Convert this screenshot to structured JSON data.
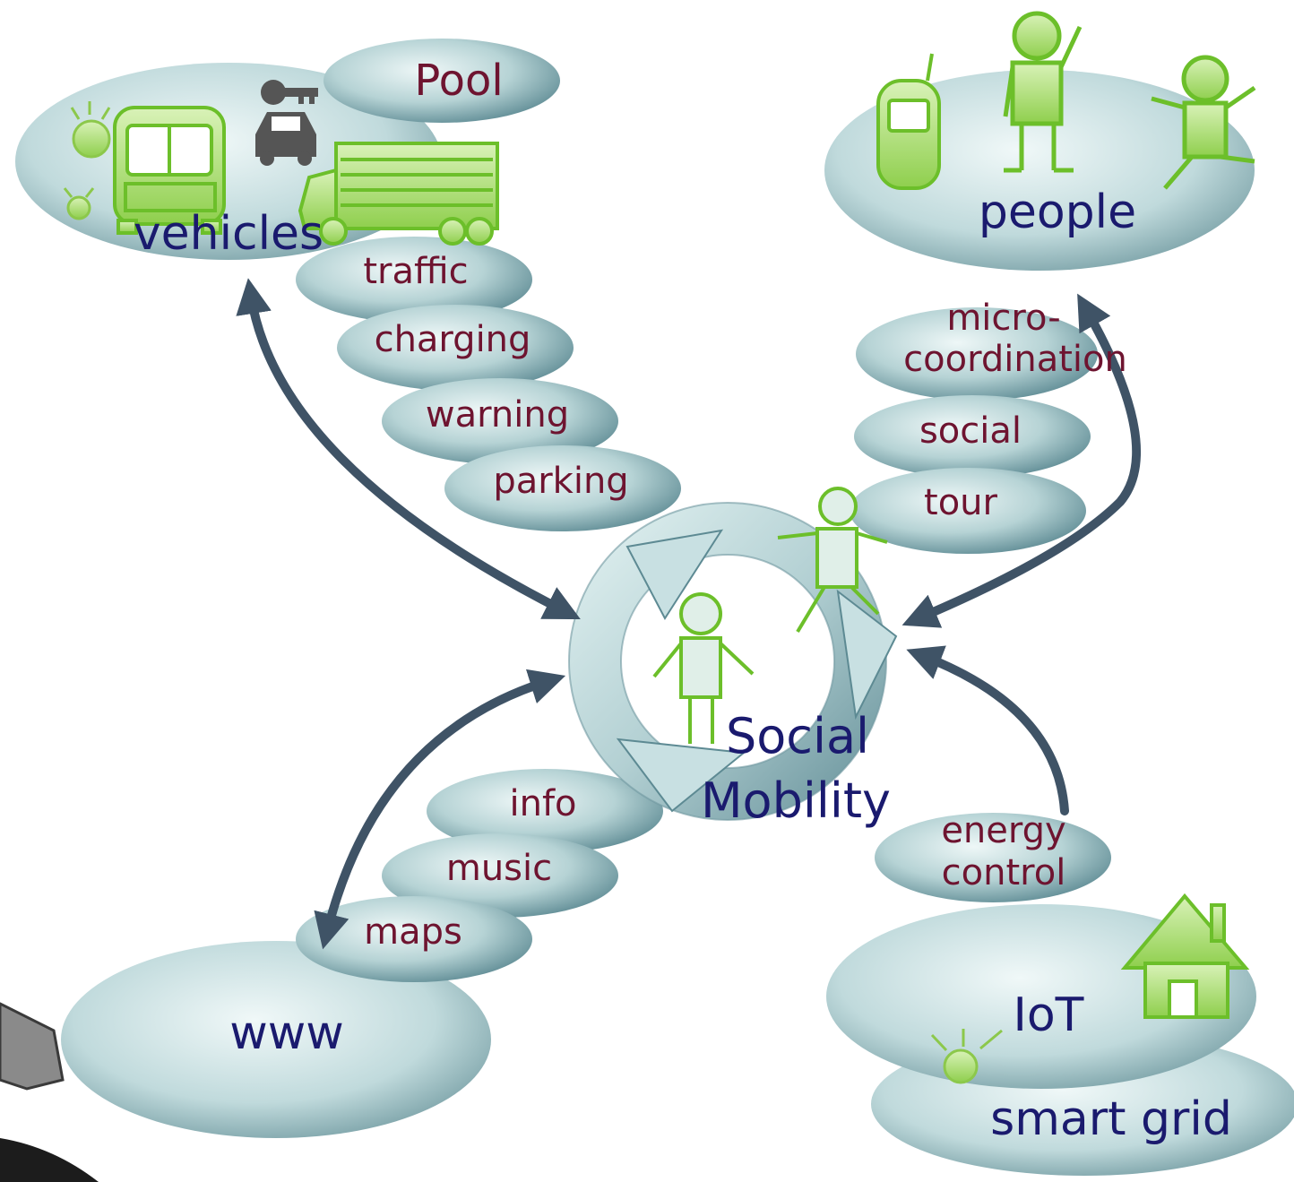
{
  "hubs": {
    "vehicles": "vehicles",
    "people": "people",
    "www": "www",
    "iot": "IoT",
    "smart_grid": "smart grid"
  },
  "center": {
    "line1": "Social",
    "line2": "Mobility"
  },
  "vehicle_services": {
    "pool": "Pool",
    "traffic": "traffic",
    "charging": "charging",
    "warning": "warning",
    "parking": "parking"
  },
  "people_services": {
    "micro_line1": "micro-",
    "micro_line2": "coordination",
    "social": "social",
    "tour": "tour"
  },
  "www_services": {
    "info": "info",
    "music": "music",
    "maps": "maps"
  },
  "iot_services": {
    "energy_line1": "energy",
    "energy_line2": "control"
  },
  "icons": [
    "car-key-icon",
    "bus-icon",
    "truck-icon",
    "car-icon",
    "cellphone-icon",
    "person-icon",
    "running-person-icon",
    "house-icon",
    "sensor-light-icon",
    "cycle-arrows-icon"
  ],
  "colors": {
    "bubble_light": "#e6f2f2",
    "bubble_dark": "#5c8a92",
    "hub_text": "#1a1a6e",
    "service_text": "#6e1430",
    "arrow": "#3f5366",
    "icon_green": "#6cbf2a"
  }
}
